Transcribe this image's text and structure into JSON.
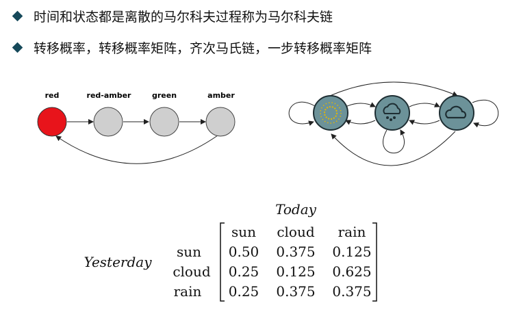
{
  "bullets": [
    "时间和状态都是离散的马尔科夫过程称为马尔科夫链",
    "转移概率，转移概率矩阵，齐次马氏链，一步转移概率矩阵"
  ],
  "traffic_diagram": {
    "states": [
      "red",
      "red-amber",
      "green",
      "amber"
    ],
    "colors": {
      "red": "#e8141b",
      "gray": "#cfcfcf"
    }
  },
  "weather_diagram": {
    "icons": [
      "sun-icon",
      "cloud-rain-icon",
      "cloud-icon"
    ],
    "colors": {
      "node": "#6c9299",
      "icon_sun": "#e5b800"
    }
  },
  "matrix": {
    "top_label": "Today",
    "left_label": "Yesterday",
    "columns": [
      "sun",
      "cloud",
      "rain"
    ],
    "rows": [
      {
        "label": "sun",
        "values": [
          "0.50",
          "0.375",
          "0.125"
        ]
      },
      {
        "label": "cloud",
        "values": [
          "0.25",
          "0.125",
          "0.625"
        ]
      },
      {
        "label": "rain",
        "values": [
          "0.25",
          "0.375",
          "0.375"
        ]
      }
    ]
  }
}
